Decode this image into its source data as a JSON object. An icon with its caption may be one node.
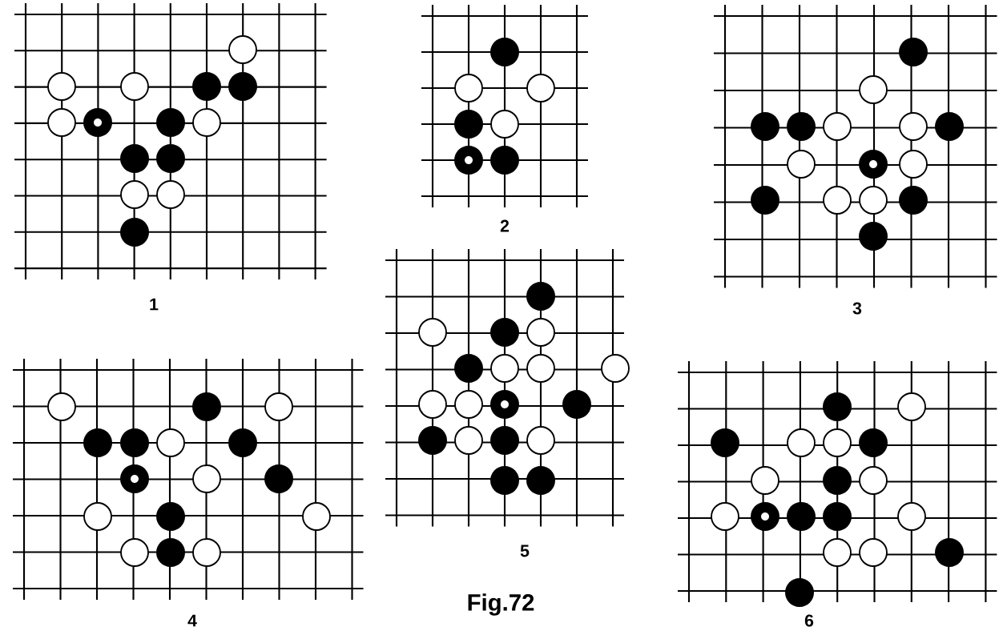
{
  "diagram": {
    "caption": "Fig.72",
    "labels": [
      "1",
      "2",
      "3",
      "4",
      "5",
      "6"
    ]
  }
}
